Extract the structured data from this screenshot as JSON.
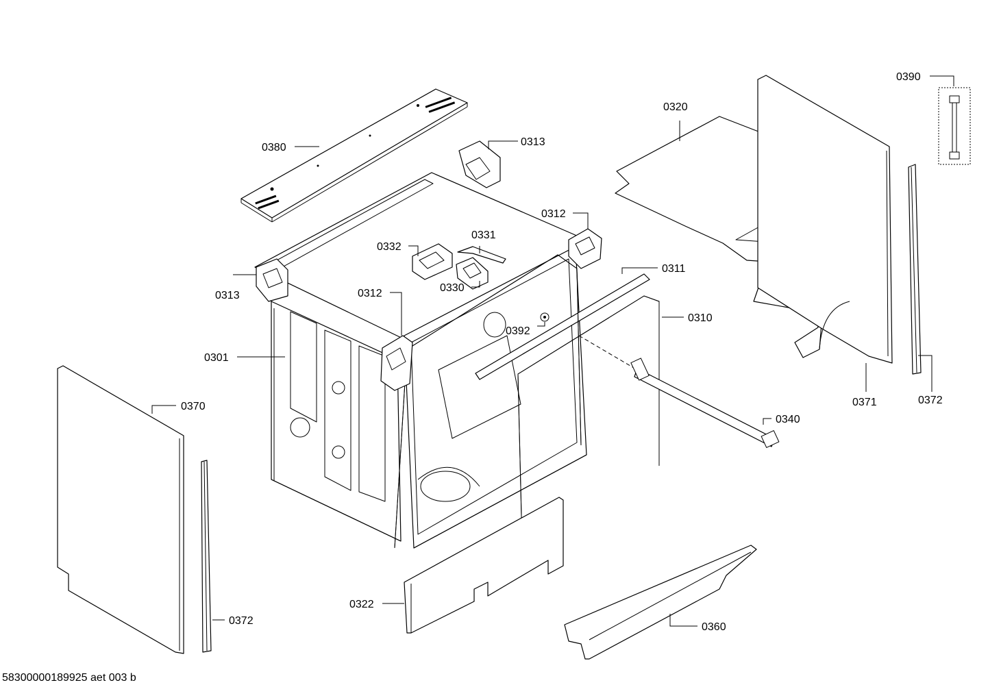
{
  "labels": {
    "p0390": "0390",
    "p0320": "0320",
    "p0380": "0380",
    "p0313_top": "0313",
    "p0312_right": "0312",
    "p0331": "0331",
    "p0332": "0332",
    "p0311": "0311",
    "p0330": "0330",
    "p0313_left": "0313",
    "p0312_left": "0312",
    "p0310": "0310",
    "p0392": "0392",
    "p0301": "0301",
    "p0370": "0370",
    "p0340": "0340",
    "p0371": "0371",
    "p0372_right": "0372",
    "p0322": "0322",
    "p0360": "0360",
    "p0372_left": "0372"
  },
  "footer": "58300000189925 aet 003 b"
}
